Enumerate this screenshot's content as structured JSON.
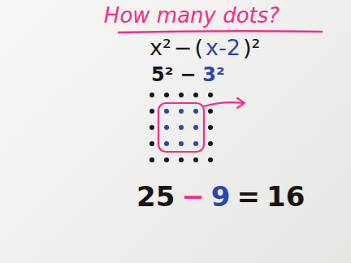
{
  "diagram": {
    "title": "How many dots?",
    "labels": [
      "x²",
      "−",
      "(",
      "x-2",
      ")²",
      "5²",
      "−",
      "3²",
      "25",
      "−",
      "9",
      "=",
      "16"
    ]
  }
}
